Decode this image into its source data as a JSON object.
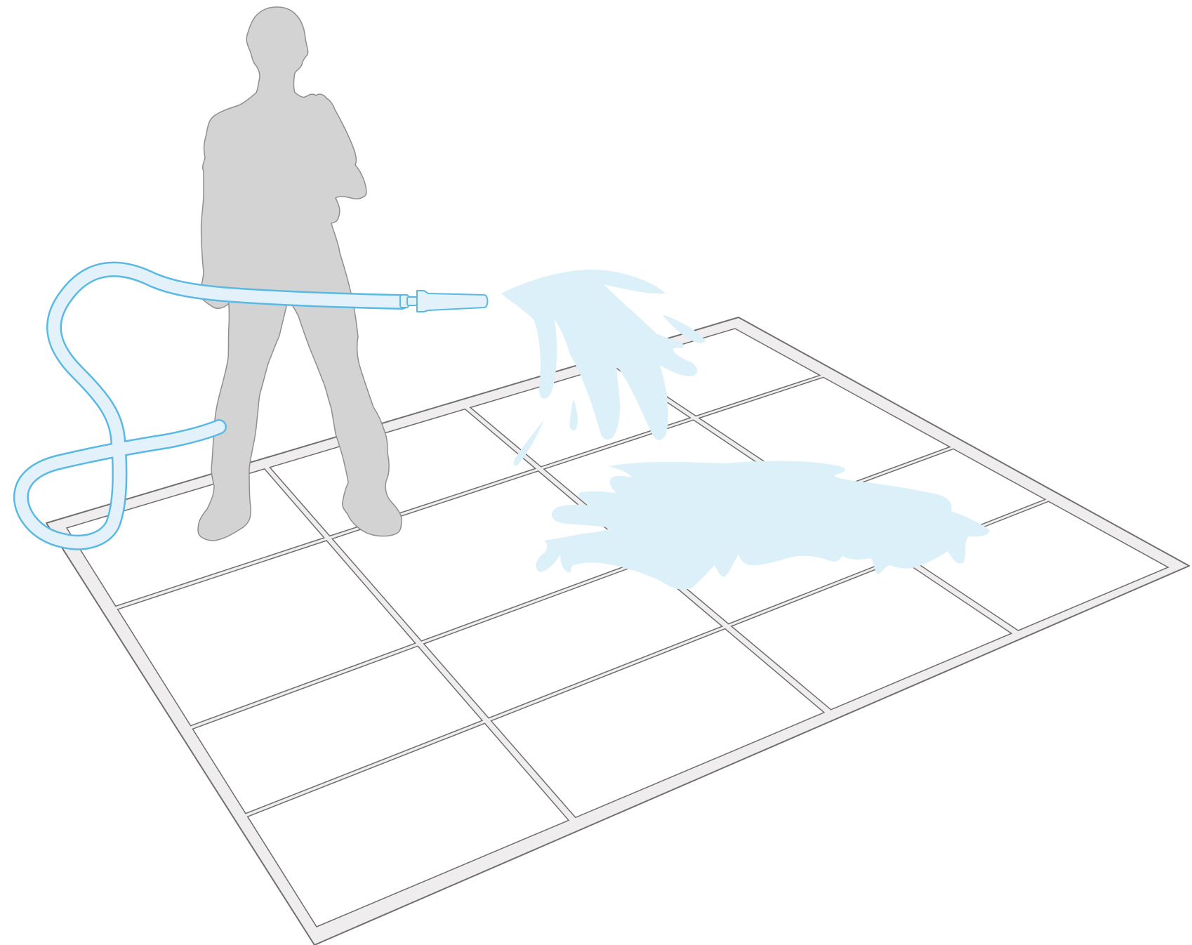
{
  "illustration": {
    "subject": "person-hosing-tiled-floor",
    "floor": {
      "rows": 4,
      "columns": 4
    },
    "colors": {
      "background": "#ffffff",
      "frame_fill": "#efeded",
      "frame_stroke": "#707070",
      "tile_fill": "#ffffff",
      "grout": "#6e6e6e",
      "person_fill": "#d4d3d4",
      "person_stroke": "#8f8f8f",
      "hose_fill": "#e3f2fa",
      "hose_stroke": "#5ab9e4",
      "water": "#dcf0f9"
    },
    "icons": [
      "person-silhouette",
      "garden-hose",
      "spray-nozzle",
      "water-spray",
      "water-puddle"
    ]
  }
}
